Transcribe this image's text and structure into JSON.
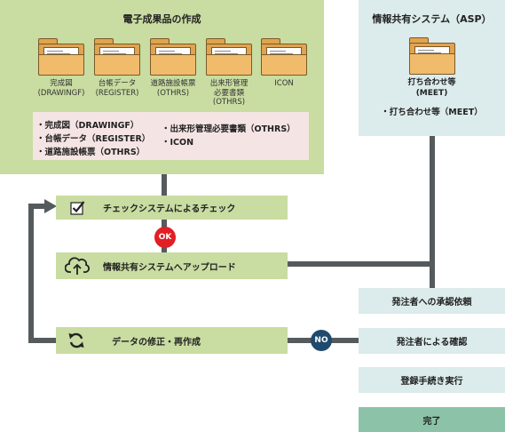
{
  "creation": {
    "title": "電子成果品の作成",
    "folders": [
      {
        "lines": [
          "完成図",
          "(DRAWINGF)"
        ]
      },
      {
        "lines": [
          "台帳データ",
          "(REGISTER)"
        ]
      },
      {
        "lines": [
          "道路施設帳票",
          "(OTHRS)"
        ]
      },
      {
        "lines": [
          "出来形管理",
          "必要書類",
          "(OTHRS)"
        ]
      },
      {
        "lines": [
          "ICON"
        ]
      }
    ],
    "list_left": [
      "・完成図（DRAWINGF）",
      "・台帳データ（REGISTER）",
      "・道路施設帳票（OTHRS）"
    ],
    "list_right": [
      "・出来形管理必要書類（OTHRS）",
      "・ICON"
    ]
  },
  "asp": {
    "title": "情報共有システム（ASP）",
    "folder_lines": [
      "打ち合わせ等",
      "(MEET)"
    ],
    "list_item": "・打ち合わせ等（MEET）"
  },
  "flow": {
    "check": "チェックシステムによるチェック",
    "ok": "OK",
    "upload": "情報共有システムへアップロード",
    "fix": "データの修正・再作成",
    "no": "NO"
  },
  "steps": {
    "request": "発注者への承認依頼",
    "confirm": "発注者による確認",
    "register": "登録手続き実行",
    "done": "完了"
  },
  "colors": {
    "green_panel": "#c9dca1",
    "teal_panel": "#dcebeb",
    "pink_box": "#f5e4e4",
    "done": "#8cc3a8",
    "ok_badge": "#e31e24",
    "no_badge": "#1f4a6e",
    "line": "#555a5d"
  },
  "icons": {
    "check": "checkbox-icon",
    "upload": "cloud-upload-icon",
    "fix": "refresh-icon",
    "folder": "folder-icon"
  }
}
